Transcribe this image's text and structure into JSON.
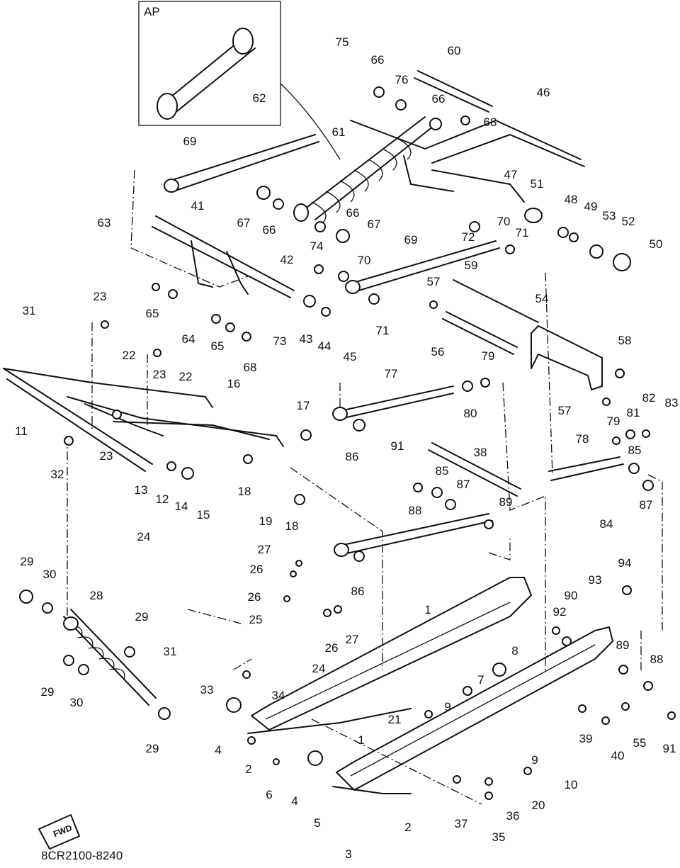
{
  "figure_code": "8CR2100-8240",
  "inset_label": "AP",
  "fwd_label": "FWD",
  "callouts": [
    "75",
    "66",
    "76",
    "60",
    "66",
    "68",
    "46",
    "62",
    "69",
    "61",
    "47",
    "51",
    "48",
    "49",
    "53",
    "52",
    "50",
    "41",
    "67",
    "66",
    "66",
    "67",
    "63",
    "42",
    "74",
    "70",
    "69",
    "72",
    "70",
    "71",
    "59",
    "57",
    "54",
    "43",
    "44",
    "45",
    "71",
    "58",
    "23",
    "31",
    "65",
    "64",
    "65",
    "73",
    "22",
    "23",
    "22",
    "68",
    "56",
    "79",
    "77",
    "80",
    "57",
    "82",
    "83",
    "81",
    "79",
    "16",
    "17",
    "11",
    "23",
    "32",
    "91",
    "85",
    "87",
    "38",
    "78",
    "85",
    "86",
    "13",
    "12",
    "14",
    "15",
    "18",
    "19",
    "18",
    "88",
    "89",
    "87",
    "84",
    "24",
    "27",
    "29",
    "30",
    "28",
    "26",
    "26",
    "25",
    "86",
    "1",
    "94",
    "93",
    "92",
    "90",
    "29",
    "31",
    "26",
    "27",
    "24",
    "8",
    "7",
    "89",
    "88",
    "29",
    "30",
    "33",
    "34",
    "9",
    "21",
    "4",
    "39",
    "40",
    "55",
    "91",
    "29",
    "2",
    "1",
    "6",
    "4",
    "9",
    "10",
    "37",
    "36",
    "20",
    "5",
    "2",
    "35",
    "3"
  ]
}
